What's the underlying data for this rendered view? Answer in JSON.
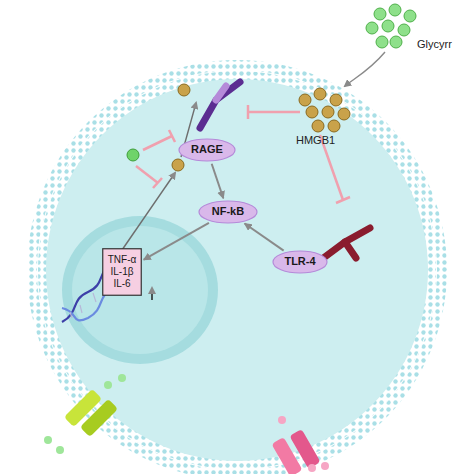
{
  "diagram": {
    "nodes": [
      {
        "text": [
          "RAGE"
        ]
      },
      {
        "text": [
          "NF-kB"
        ]
      },
      {
        "text": [
          "TLR-4"
        ]
      },
      {
        "text": [
          "TNF-α",
          "IL-1β",
          "IL-6"
        ]
      }
    ],
    "edges": [
      {
        "from": 0,
        "to": 1,
        "arrow": "to"
      },
      {
        "from": 2,
        "to": 1,
        "arrow": "to"
      },
      {
        "from": 1,
        "to": 3,
        "arrow": "to"
      }
    ],
    "labels": [
      "Glycyrr",
      "HMGB1"
    ]
  }
}
